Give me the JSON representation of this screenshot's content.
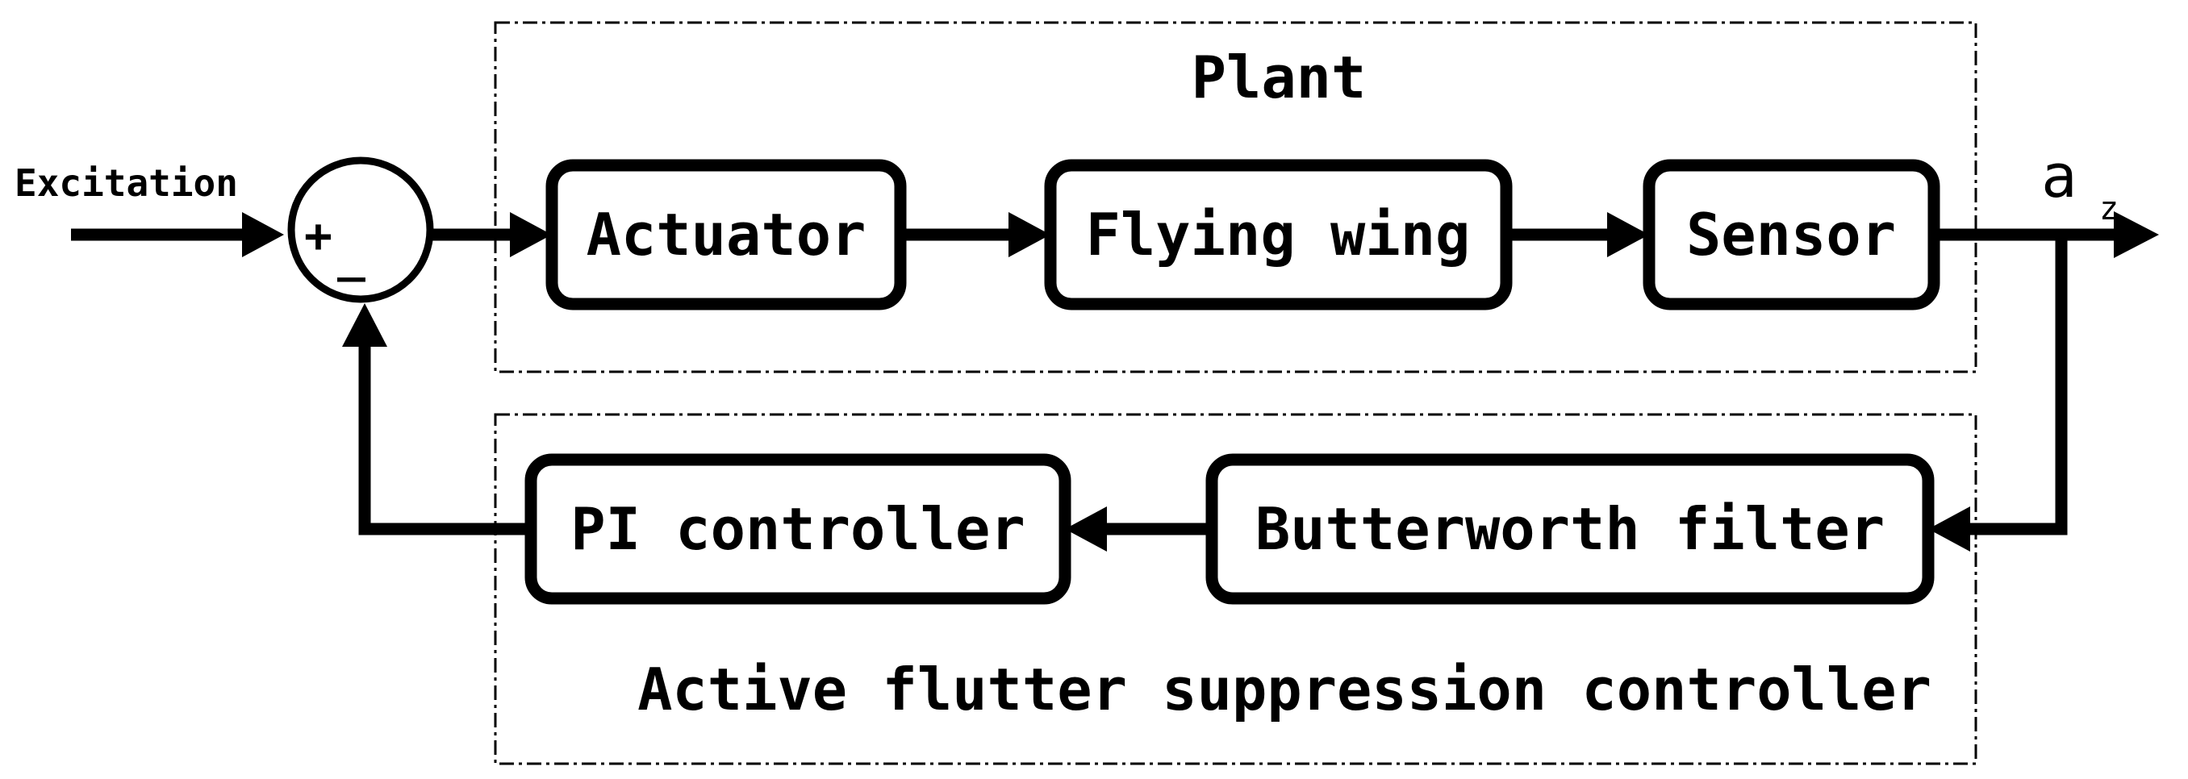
{
  "diagram": {
    "input_label": "Excitation",
    "summing_junction": {
      "plus_sign": "+",
      "minus_sign": "_"
    },
    "plant": {
      "title": "Plant",
      "blocks": {
        "actuator": "Actuator",
        "flying_wing": "Flying wing",
        "sensor": "Sensor"
      }
    },
    "controller": {
      "title": "Active flutter suppression controller",
      "blocks": {
        "pi_controller": "PI controller",
        "butterworth_filter": "Butterworth filter"
      }
    },
    "output": {
      "symbol": "a",
      "subscript": "z"
    },
    "colors": {
      "stroke": "#000000",
      "background": "#ffffff"
    }
  }
}
